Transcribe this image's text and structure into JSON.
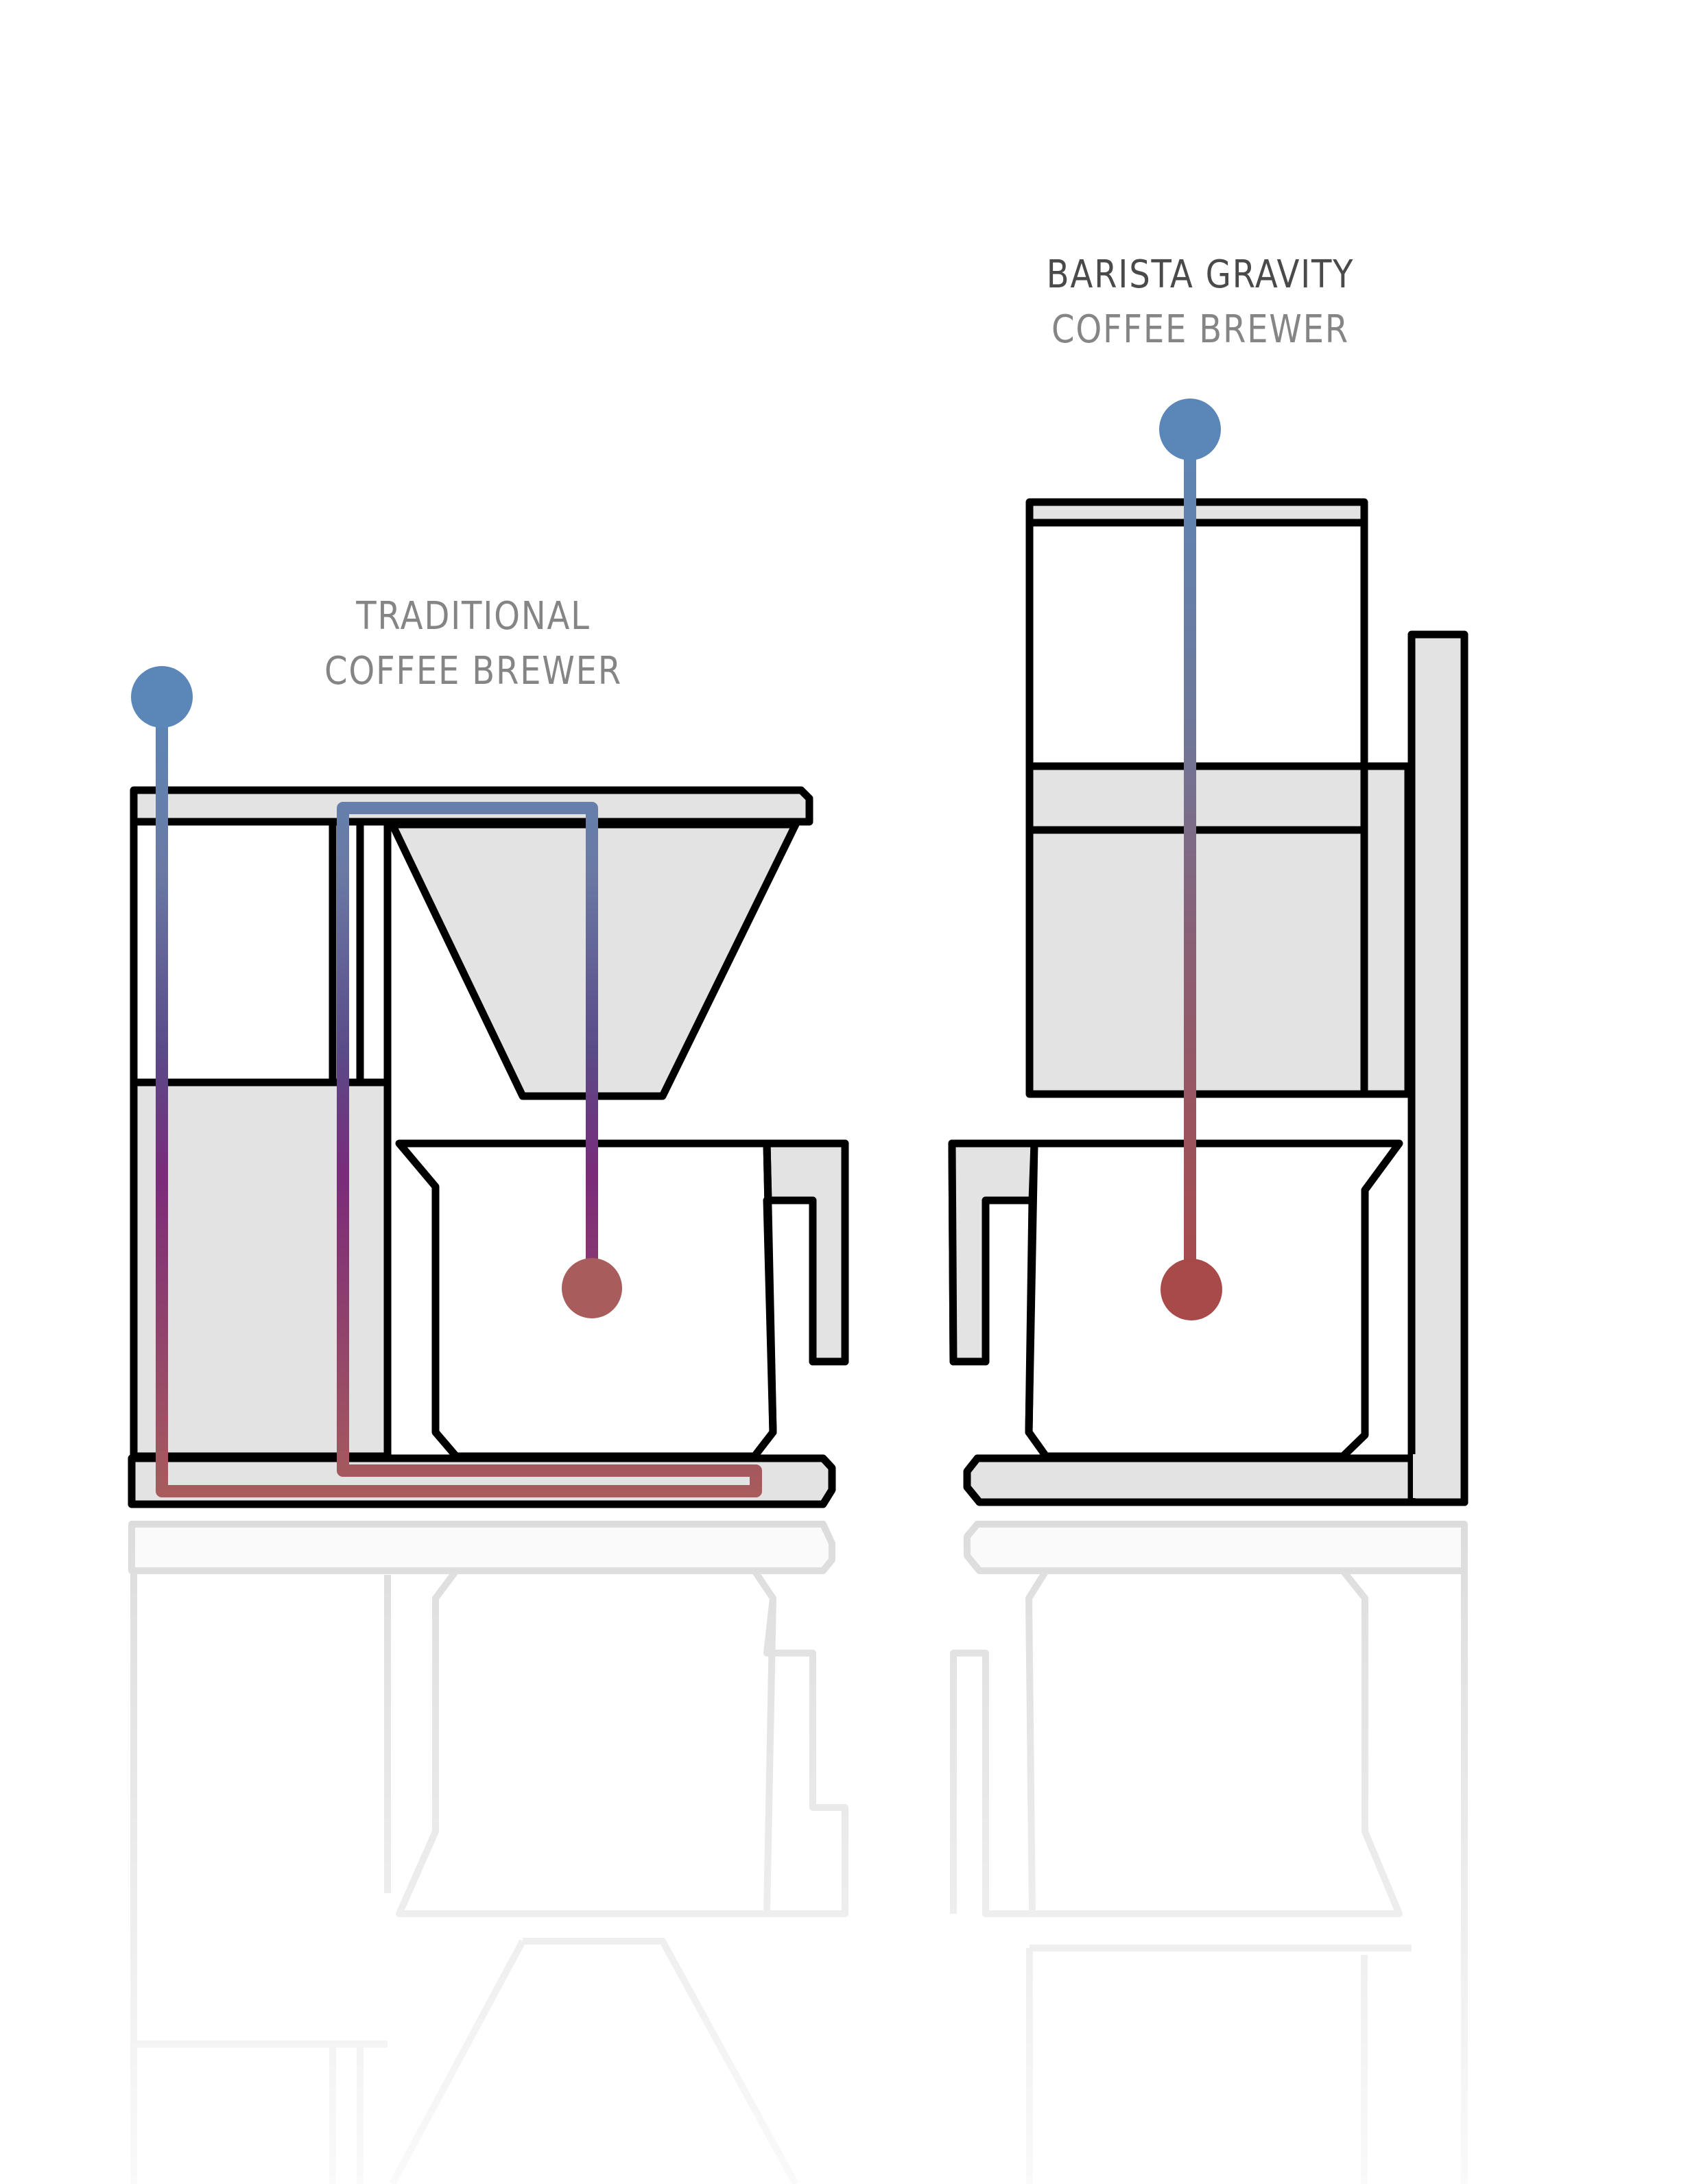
{
  "diagram": {
    "title": "Coffee brewer water flow comparison",
    "brewers": [
      {
        "id": "traditional",
        "label_line1": "TRADITIONAL",
        "label_line2": "COFFEE BREWER",
        "flow": "cold water enters reservoir, travels down through base heater, loops back up the side tube and over the top into the filter cone, then drips into the carafe"
      },
      {
        "id": "barista-gravity",
        "label_line1": "BARISTA GRAVITY",
        "label_line2": "COFFEE BREWER",
        "flow": "water flows straight down by gravity from the top tank through the brew chamber into the carafe"
      }
    ],
    "legend": {
      "cold_water_marker": "blue dot",
      "hot_coffee_marker": "red dot"
    }
  },
  "colors": {
    "cold_water": "#5b87b8",
    "transition": "#7a2b7a",
    "hot_water": "#a85c5c",
    "hot_water_barista": "#a84a4a",
    "body_fill": "#e3e3e3",
    "outline": "#000000",
    "title_dark": "#4a4a4a",
    "title_grey": "#858585",
    "reflection": "#dcdcdc"
  }
}
